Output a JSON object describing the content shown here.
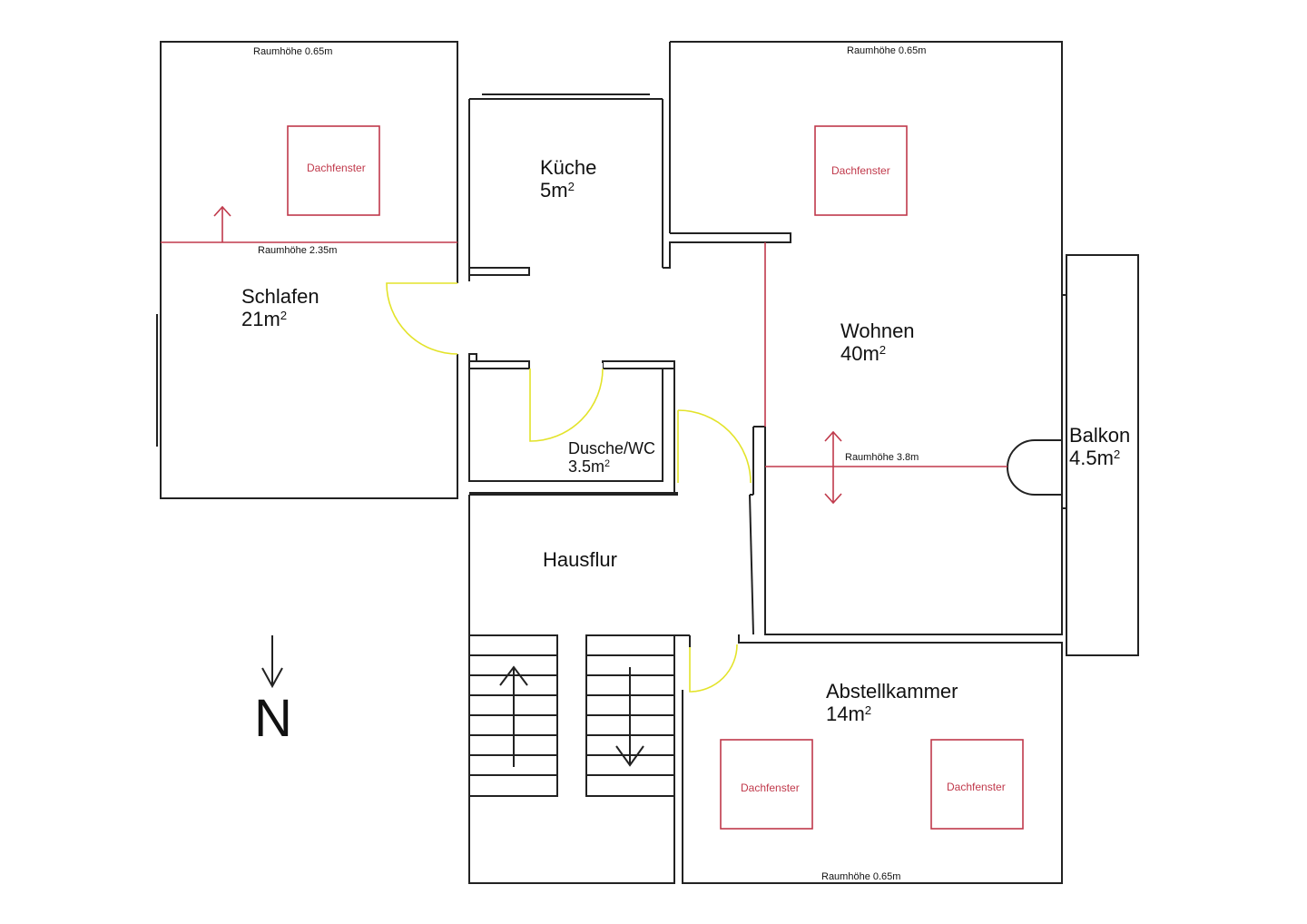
{
  "rooms": {
    "kueche": {
      "name": "Küche",
      "area": "5m",
      "exp": "2"
    },
    "schlafen": {
      "name": "Schlafen",
      "area": "21m",
      "exp": "2"
    },
    "wohnen": {
      "name": "Wohnen",
      "area": "40m",
      "exp": "2"
    },
    "dusche": {
      "name": "Dusche/WC",
      "area": "3.5m",
      "exp": "2"
    },
    "balkon": {
      "name": "Balkon",
      "area": "4.5m",
      "exp": "2"
    },
    "hausflur": {
      "name": "Hausflur"
    },
    "abstell": {
      "name": "Abstellkammer",
      "area": "14m",
      "exp": "2"
    }
  },
  "heights": {
    "schlafen_top": "Raumhöhe 0.65m",
    "schlafen_mid": "Raumhöhe 2.35m",
    "wohnen_top": "Raumhöhe 0.65m",
    "wohnen_mid": "Raumhöhe 3.8m",
    "abstell_bottom": "Raumhöhe 0.65m"
  },
  "skylight_label": "Dachfenster",
  "compass": "N",
  "colors": {
    "walls": "#222222",
    "height_lines": "#c0394b",
    "doors": "#e3e32a"
  }
}
